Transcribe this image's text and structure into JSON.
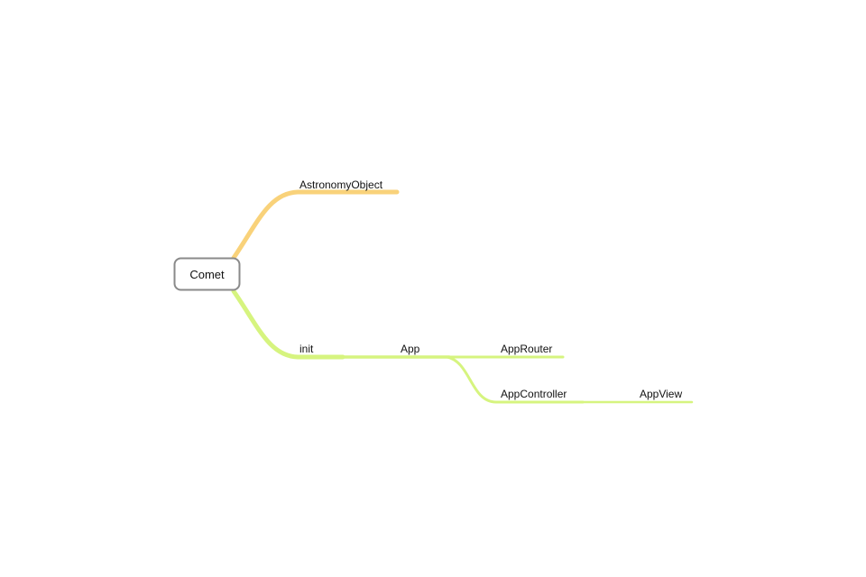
{
  "mindmap": {
    "root": {
      "label": "Comet"
    },
    "nodes": [
      {
        "id": "astronomy",
        "label": "AstronomyObject",
        "parent": "root",
        "color": "#f9d27a"
      },
      {
        "id": "init",
        "label": "init",
        "parent": "root",
        "color": "#d6f47f"
      },
      {
        "id": "app",
        "label": "App",
        "parent": "init",
        "color": "#d6f47f"
      },
      {
        "id": "approuter",
        "label": "AppRouter",
        "parent": "app",
        "color": "#d6f47f"
      },
      {
        "id": "appcontroller",
        "label": "AppController",
        "parent": "app",
        "color": "#d6f47f"
      },
      {
        "id": "appview",
        "label": "AppView",
        "parent": "appcontroller",
        "color": "#d6f47f"
      }
    ]
  }
}
